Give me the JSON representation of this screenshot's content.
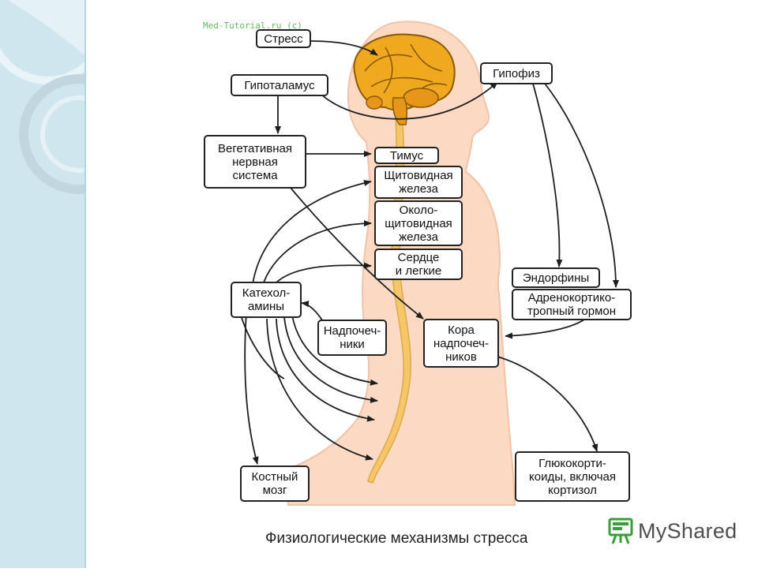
{
  "watermark": "Med-Tutorial.ru (c)",
  "boxes": {
    "stress": "Стресс",
    "hypothalamus": "Гипоталамус",
    "pituitary": "Гипофиз",
    "autonomic": "Вегетативная\nнервная\nсистема",
    "thymus": "Тимус",
    "thyroid": "Щитовидная\nжелеза",
    "parathyroid": "Около-\nщитовидная\nжелеза",
    "heart_lungs": "Сердце\nи легкие",
    "endorphins": "Эндорфины",
    "acth": "Адренокортико-\nтропный гормон",
    "catecholamines": "Катехол-\nамины",
    "adrenal_medulla": "Надпочеч-\nники",
    "adrenal_cortex": "Кора\nнадпочеч-\nников",
    "bone_marrow": "Костный\nмозг",
    "glucocorticoids": "Глюкокорти-\nкоиды, включая\nкортизол"
  },
  "caption": "Физиологические механизмы стресса",
  "brand": {
    "name": "MyShared",
    "icon": "presentation-board-icon"
  },
  "colors": {
    "sidebar": "#cfe6ef",
    "body": "#fbd9c2",
    "brain": "#f0a81e",
    "spine": "#f5c76a",
    "arrow": "#1e1e1e"
  }
}
